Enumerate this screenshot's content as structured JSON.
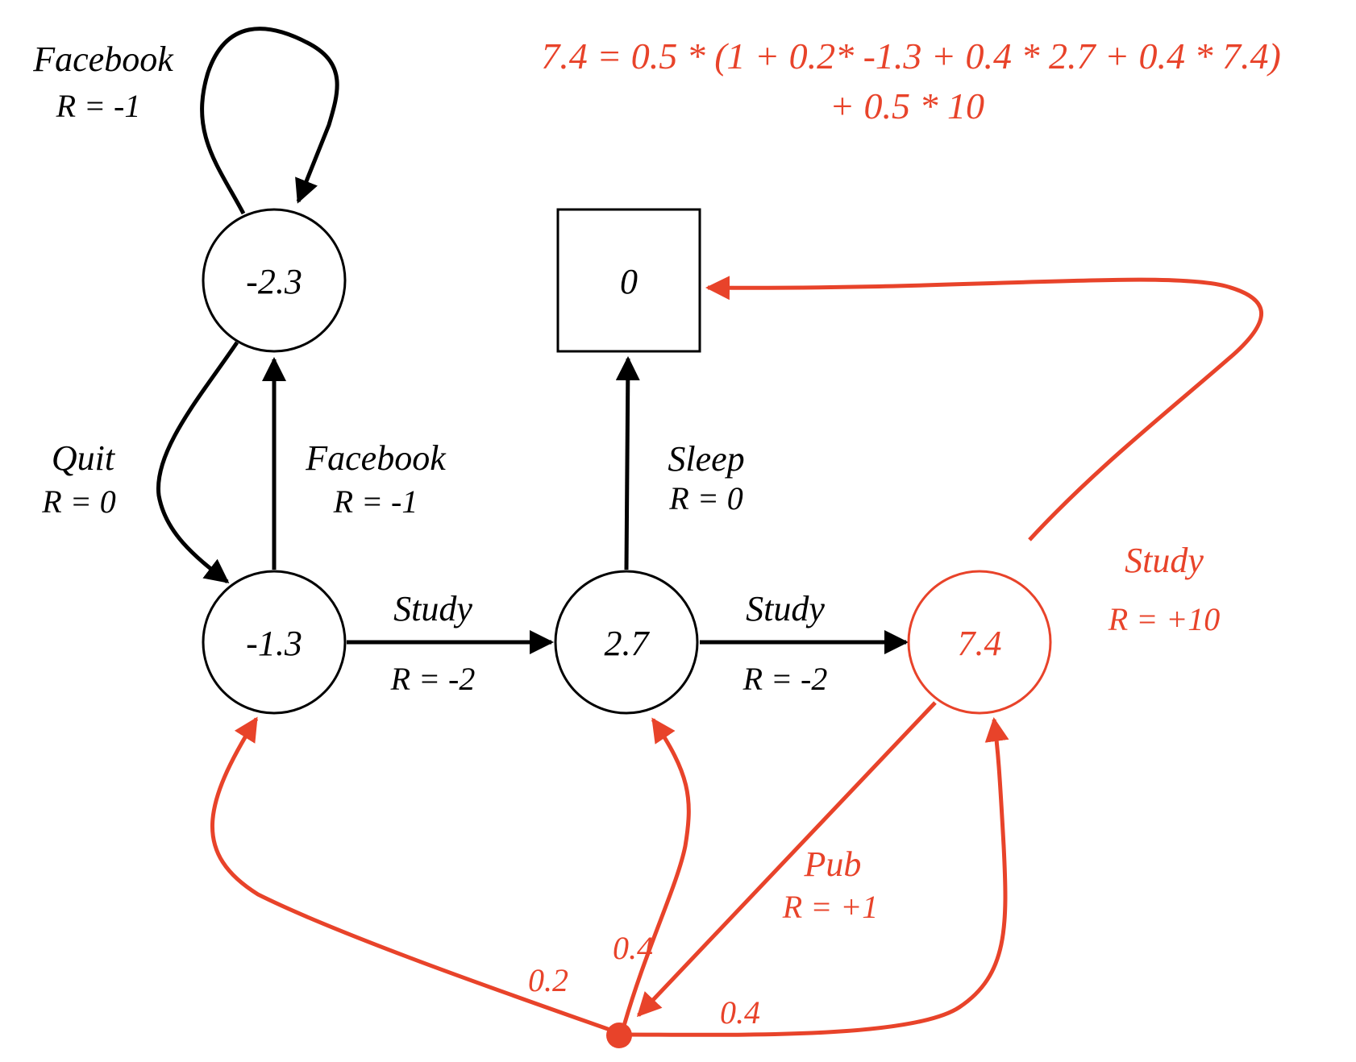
{
  "colors": {
    "black": "#000000",
    "highlight": "#e8432a",
    "background": "#ffffff"
  },
  "formula": {
    "line1": "7.4 = 0.5 * (1 + 0.2* -1.3 + 0.4 * 2.7 + 0.4 * 7.4)",
    "line2": "+ 0.5 * 10"
  },
  "states": {
    "facebook_state": {
      "value": "-2.3",
      "shape": "circle"
    },
    "class1": {
      "value": "-1.3",
      "shape": "circle"
    },
    "class2": {
      "value": "2.7",
      "shape": "circle"
    },
    "class3": {
      "value": "7.4",
      "shape": "circle",
      "highlighted": true
    },
    "terminal": {
      "value": "0",
      "shape": "square"
    }
  },
  "edges": {
    "facebook_loop": {
      "action": "Facebook",
      "reward": "R = -1"
    },
    "quit": {
      "action": "Quit",
      "reward": "R = 0"
    },
    "facebook_up": {
      "action": "Facebook",
      "reward": "R = -1"
    },
    "study1": {
      "action": "Study",
      "reward": "R = -2"
    },
    "study2": {
      "action": "Study",
      "reward": "R = -2"
    },
    "sleep": {
      "action": "Sleep",
      "reward": "R = 0"
    },
    "study3": {
      "action": "Study",
      "reward": "R = +10",
      "highlighted": true
    },
    "pub": {
      "action": "Pub",
      "reward": "R = +1",
      "highlighted": true
    }
  },
  "transitions": {
    "to_class1": "0.2",
    "to_class2": "0.4",
    "to_class3": "0.4"
  }
}
